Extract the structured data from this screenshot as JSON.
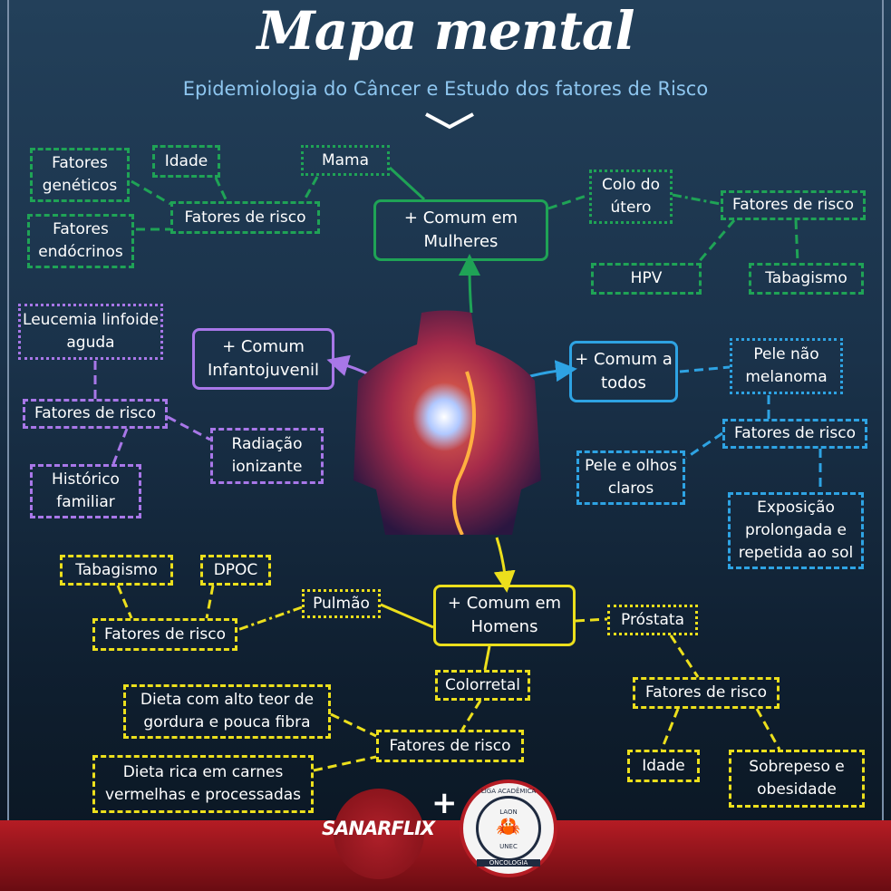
{
  "header": {
    "title": "Mapa mental",
    "subtitle": "Epidemiologia do Câncer e Estudo dos fatores de Risco"
  },
  "colors": {
    "women": "#1fa356",
    "children": "#a877e8",
    "all": "#2ea3e3",
    "men": "#ecdf1c"
  },
  "women": {
    "hub": "+ Comum em Mulheres",
    "mama": "Mama",
    "mama_risk": "Fatores de risco",
    "genetic": "Fatores genéticos",
    "age": "Idade",
    "endocrine": "Fatores endócrinos",
    "cervix": "Colo do útero",
    "cervix_risk": "Fatores de risco",
    "hpv": "HPV",
    "smoking": "Tabagismo"
  },
  "children": {
    "hub": "+ Comum Infantojuvenil",
    "leukemia": "Leucemia linfoide aguda",
    "risk": "Fatores de risco",
    "radiation": "Radiação ionizante",
    "history": "Histórico familiar"
  },
  "all": {
    "hub": "+ Comum a todos",
    "skin": "Pele não melanoma",
    "risk": "Fatores de risco",
    "light": "Pele e olhos claros",
    "sun": "Exposição prolongada e repetida ao sol"
  },
  "men": {
    "hub": "+ Comum em Homens",
    "lung": "Pulmão",
    "lung_risk": "Fatores de risco",
    "smoking": "Tabagismo",
    "copd": "DPOC",
    "prostate": "Próstata",
    "prostate_risk": "Fatores de risco",
    "age": "Idade",
    "obesity": "Sobrepeso e obesidade",
    "colorectal": "Colorretal",
    "colorectal_risk": "Fatores de risco",
    "diet_fat": "Dieta com alto teor de gordura e pouca fibra",
    "diet_meat": "Dieta rica em carnes vermelhas e processadas"
  },
  "footer": {
    "logo1": "SANARFLIX",
    "plus": "+",
    "logo2_top": "LIGA ACADÊMICA",
    "logo2_mid": "LAON",
    "logo2_unec": "UNEC",
    "logo2_bottom": "ONCOLOGIA"
  }
}
